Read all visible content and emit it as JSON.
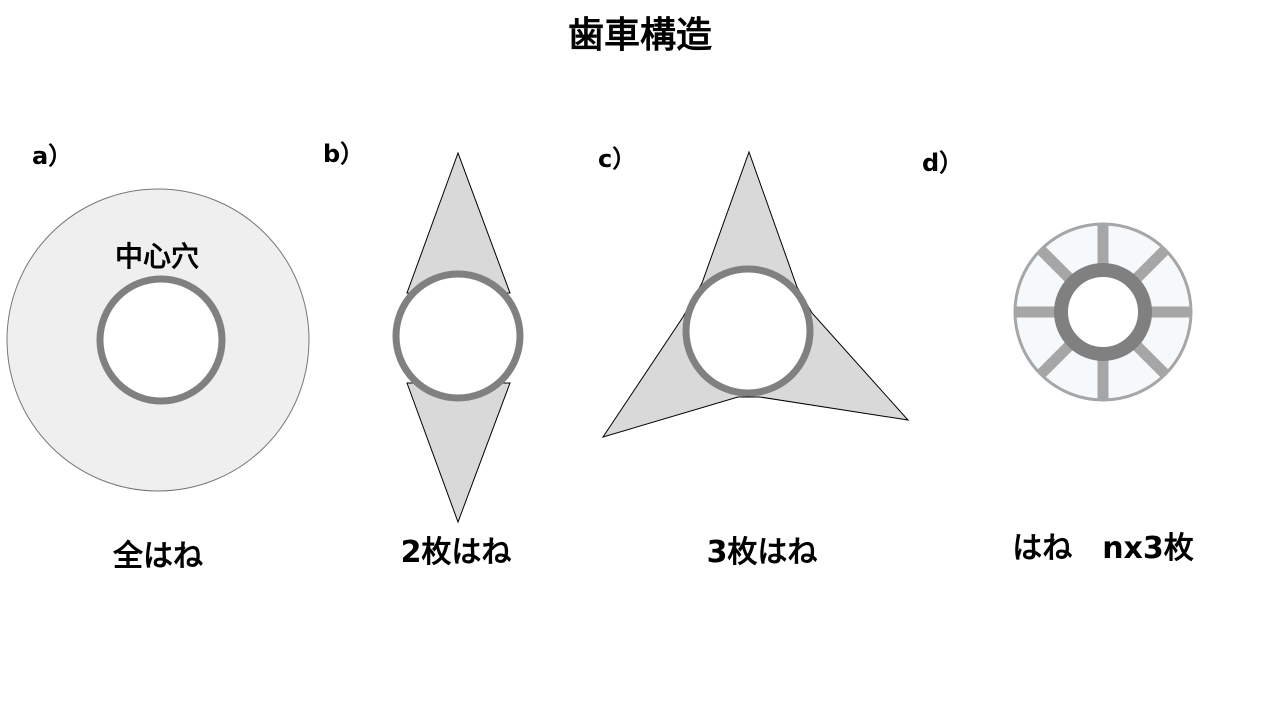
{
  "title": "歯車構造",
  "panels": [
    {
      "label": "a）",
      "caption": "全はね",
      "annotation": "中心穴"
    },
    {
      "label": "b）",
      "caption": "2枚はね"
    },
    {
      "label": "c）",
      "caption": "3枚はね"
    },
    {
      "label": "d）",
      "caption": "はね　nx3枚"
    }
  ],
  "colors": {
    "ring": "#808080",
    "blade": "#d9d9d9",
    "disc": "#efefef",
    "spoke": "#a6a6a6",
    "disc_d": "#f5f9fc"
  }
}
